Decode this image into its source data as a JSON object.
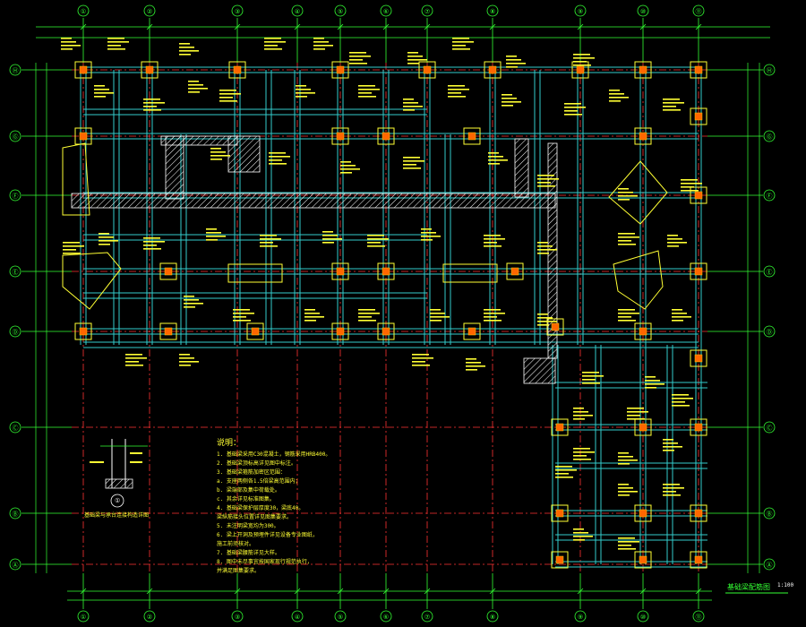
{
  "drawing": {
    "title": "基础梁配筋图",
    "scale": "1:100",
    "colors": {
      "background": "#000000",
      "axis": "#33ff33",
      "grid": "#ff3333",
      "beam": "#33cccc",
      "column": "#ffff33",
      "column_core": "#ff6600",
      "text": "#ffff33",
      "hatch": "#ffffff"
    }
  },
  "axes": {
    "top": [
      "①",
      "②",
      "③",
      "④",
      "⑤",
      "⑥",
      "⑦",
      "⑧",
      "⑨",
      "⑩",
      "⑪"
    ],
    "left": [
      "Ⓗ",
      "Ⓖ",
      "Ⓕ",
      "Ⓔ",
      "Ⓓ",
      "Ⓒ",
      "Ⓑ",
      "Ⓐ"
    ],
    "right": [
      "Ⓗ",
      "Ⓖ",
      "Ⓕ",
      "Ⓔ",
      "Ⓓ",
      "Ⓒ",
      "Ⓑ",
      "Ⓐ"
    ],
    "bottom": [
      "①",
      "②",
      "③",
      "④",
      "⑤",
      "⑥",
      "⑦",
      "⑧",
      "⑨",
      "⑩",
      "⑪"
    ]
  },
  "notes": {
    "title": "说明：",
    "items": [
      "1. 基础梁采用C30混凝土，钢筋采用HRB400。",
      "2. 基础梁顶标高详见图中标注。",
      "3. 基础梁箍筋加密区范围：",
      "   a. 支座两侧各1.5倍梁高范围内；",
      "   b. 梁端部及集中荷载处。",
      "   c. 其余详见标准图集。",
      "4. 基础梁保护层厚度30，梁底40。",
      "   梁纵筋接头位置详见图集要求。",
      "5. 未注明梁宽均为300。",
      "6. 梁上开洞及预埋件详见设备专业图纸，",
      "   施工前须核对。",
      "7. 基础梁腰筋详见大样。",
      "8. 图中未尽事宜按国家现行规范执行，",
      "   并满足图集要求。"
    ]
  },
  "detail": {
    "number": "①",
    "caption": "基础梁与承台连接构造详图"
  }
}
